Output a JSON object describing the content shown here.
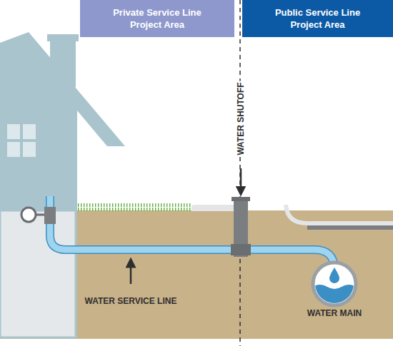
{
  "diagram": {
    "nodes": [
      {
        "text": [
          "Private Service Line Project Area"
        ]
      },
      {
        "text": [
          "Public Service Line Project Area"
        ]
      }
    ],
    "labels": [
      "WATER SHUTOFF",
      "WATER SERVICE LINE",
      "WATER MAIN"
    ]
  }
}
